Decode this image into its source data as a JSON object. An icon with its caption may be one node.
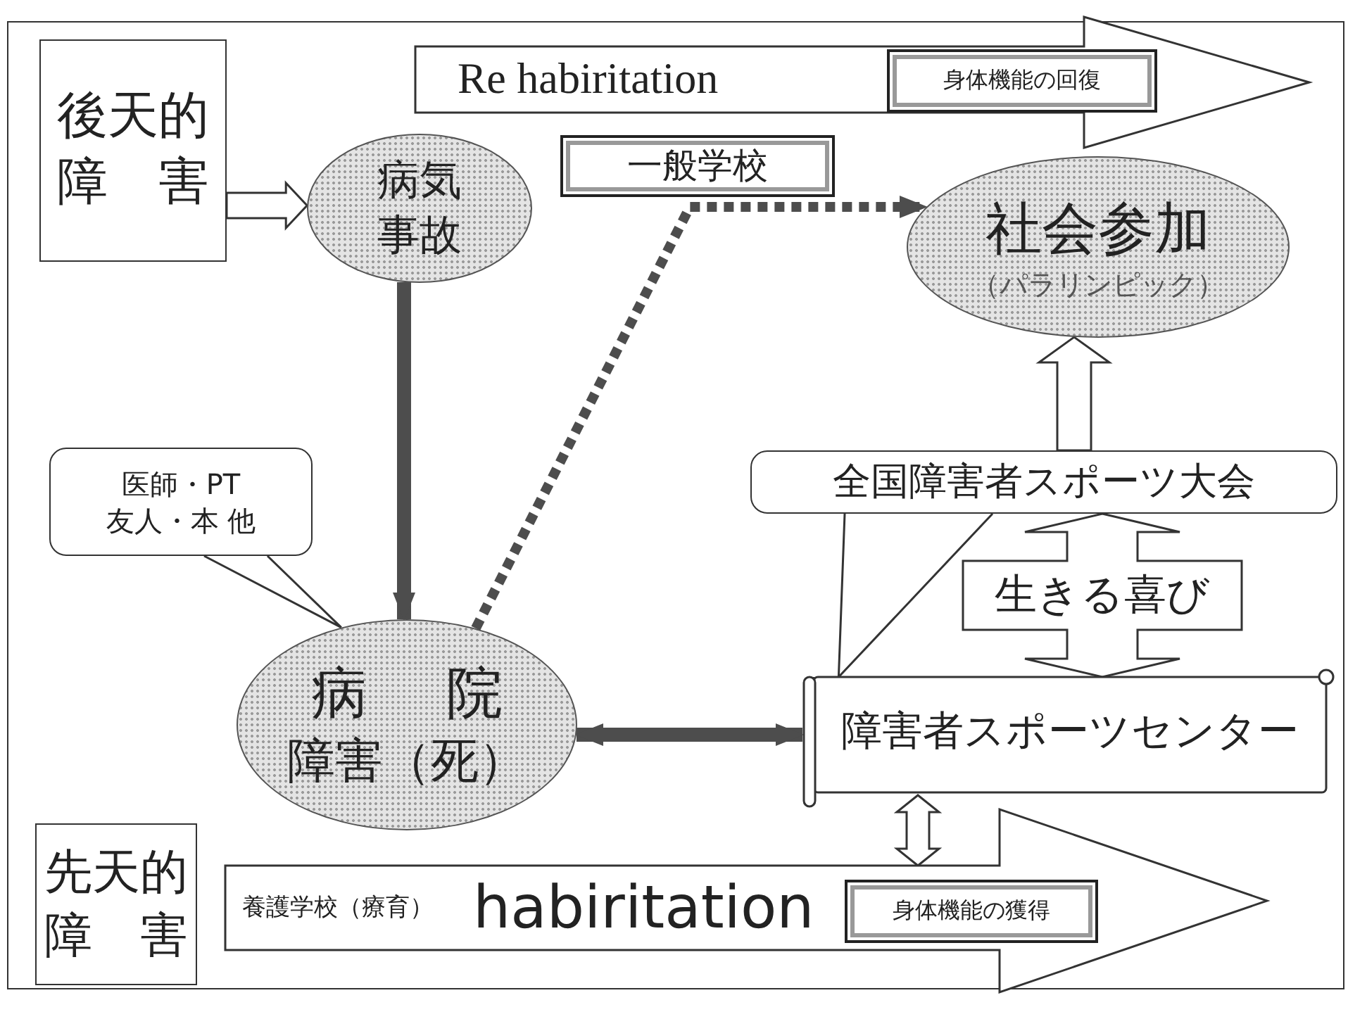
{
  "diagram": {
    "nodes": [
      {
        "text": [
          "後天的障害"
        ]
      },
      {
        "text": [
          "病気事故"
        ]
      },
      {
        "text": [
          "Re habiritation"
        ]
      },
      {
        "text": [
          "身体機能の回復"
        ],
        "in": 2
      },
      {
        "text": [
          "一般学校"
        ]
      },
      {
        "text": [
          "社会参加",
          "（パラリンピック）"
        ]
      },
      {
        "text": [
          "医師・PT",
          "友人・本 他"
        ]
      },
      {
        "text": [
          "病院",
          "障害（死）"
        ]
      },
      {
        "text": [
          "全国障害者スポーツ大会"
        ]
      },
      {
        "text": [
          "障害者スポーツセンター"
        ]
      },
      {
        "text": [
          "先天的障害"
        ]
      },
      {
        "text": [
          "養護学校（療育）",
          "habiritation"
        ]
      },
      {
        "text": [
          "身体機能の獲得"
        ],
        "in": 11
      }
    ],
    "edges": [
      {
        "from": 0,
        "to": 1,
        "arrow": "to"
      },
      {
        "from": 1,
        "to": 7,
        "arrow": "to",
        "color": "#4d4d4d"
      },
      {
        "from": 7,
        "to": 5,
        "arrow": "to",
        "style": "dashed",
        "color": "#4d4d4d"
      },
      {
        "from": 8,
        "to": 5,
        "arrow": "to"
      },
      {
        "from": 6,
        "to": 7,
        "arrow": "none"
      },
      {
        "from": 8,
        "to": 9,
        "arrow": "none"
      },
      {
        "from": 8,
        "to": 9,
        "arrow": "both",
        "label": "生きる喜び"
      },
      {
        "from": 7,
        "to": 9,
        "arrow": "both",
        "color": "#4d4d4d"
      },
      {
        "from": 9,
        "to": 11,
        "arrow": "both"
      }
    ]
  }
}
